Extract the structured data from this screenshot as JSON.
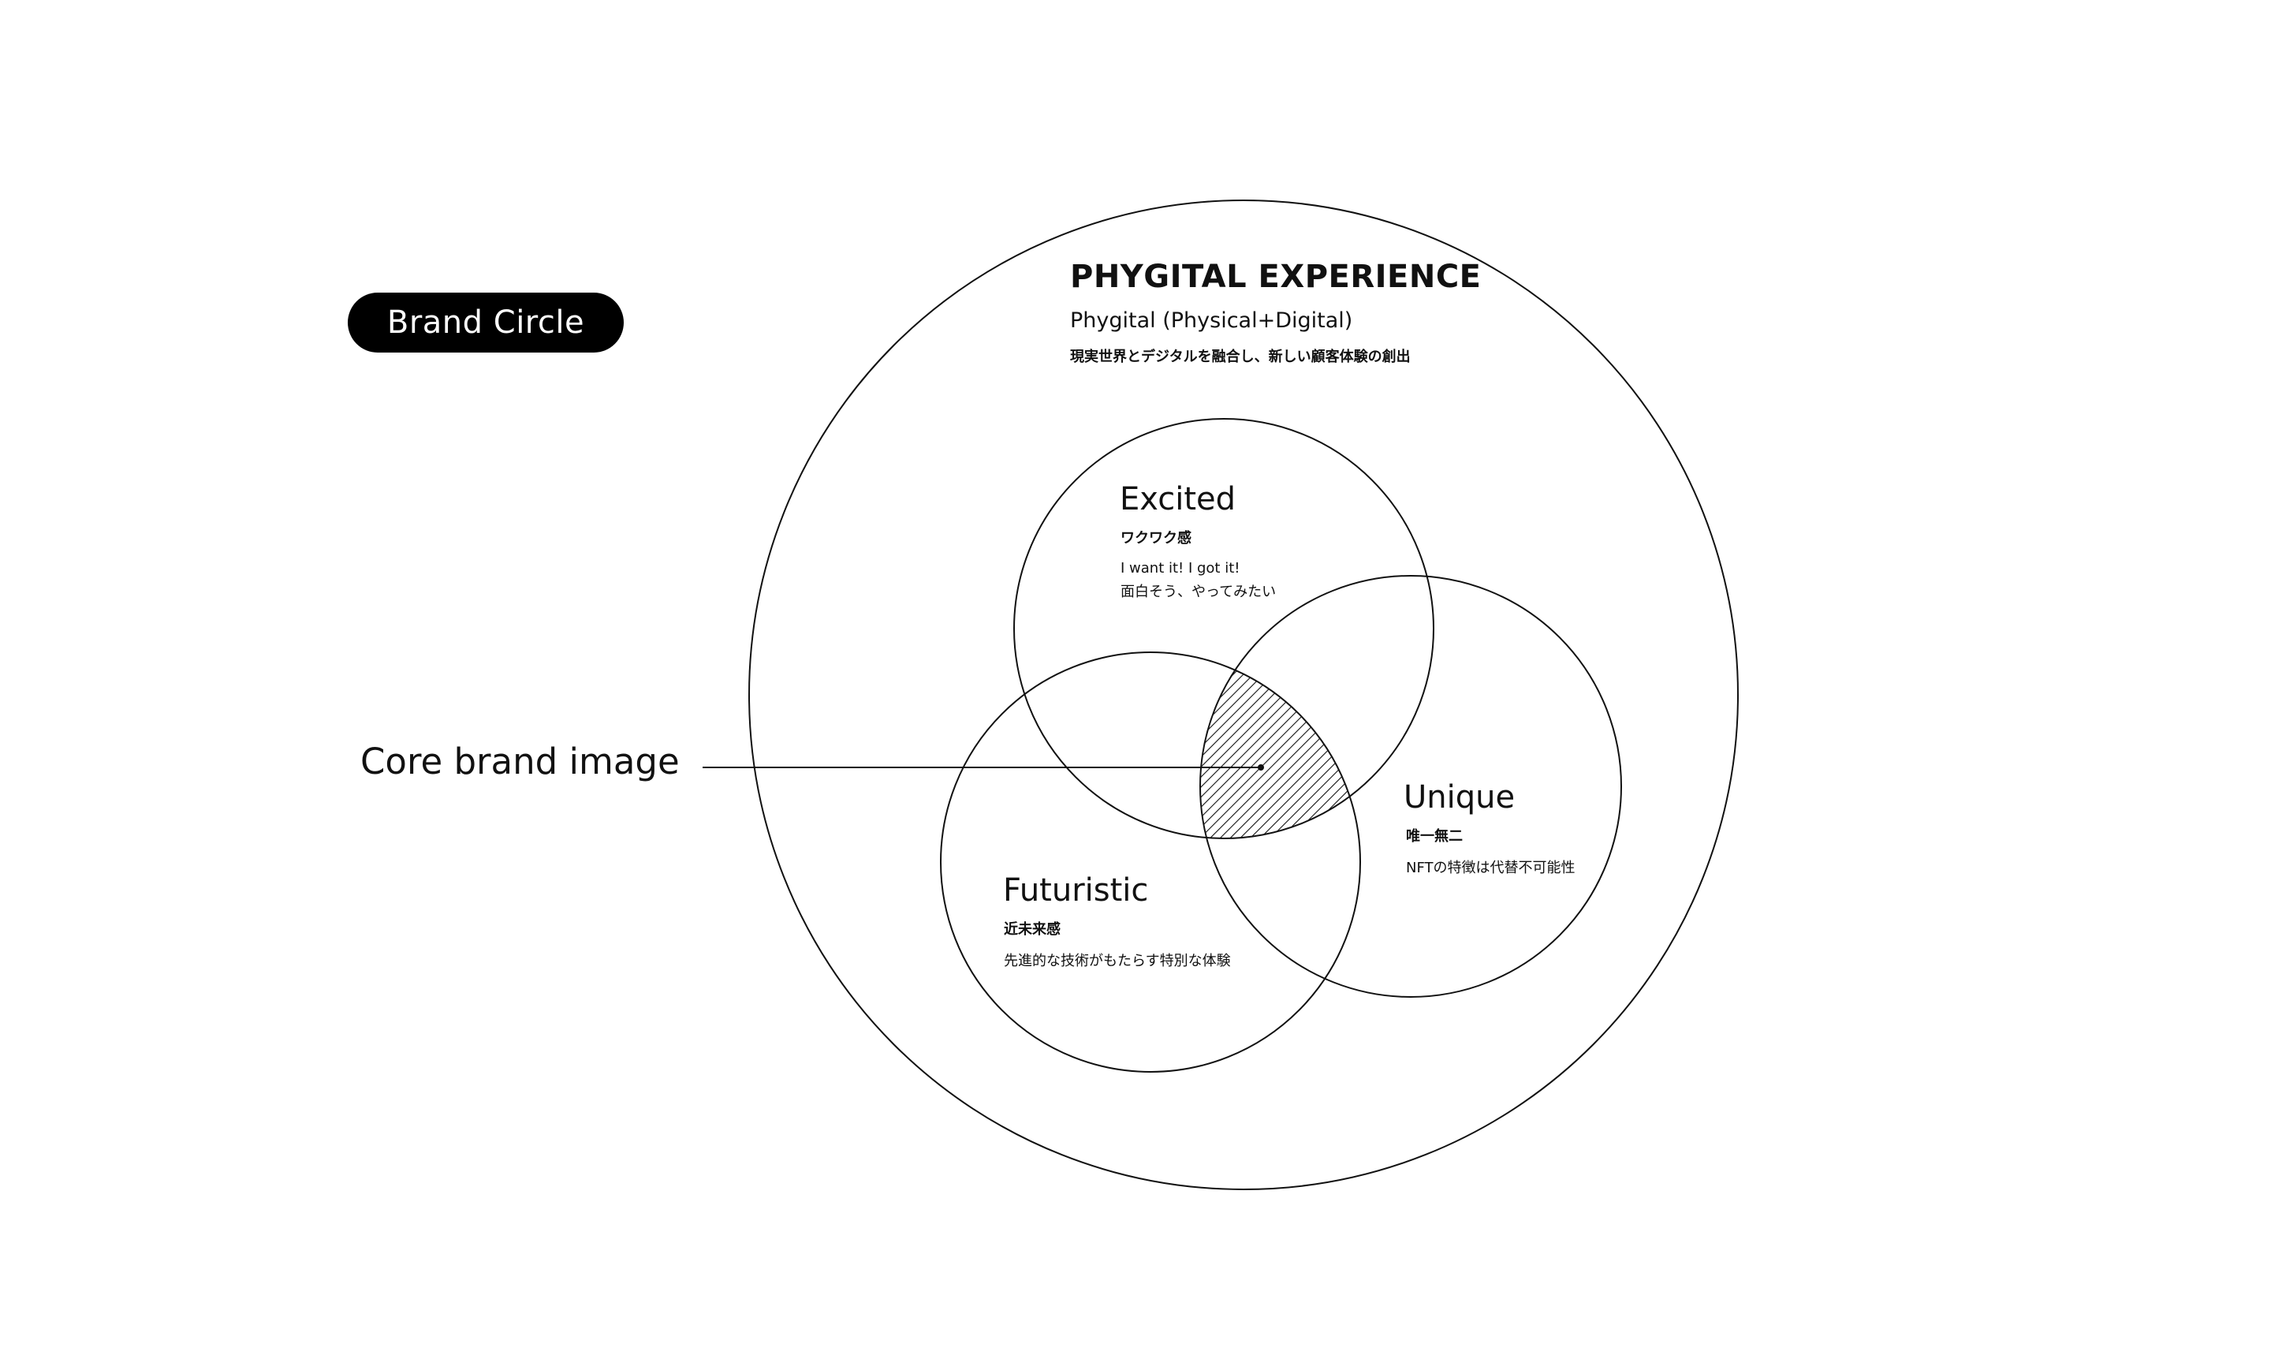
{
  "badge": {
    "label": "Brand Circle"
  },
  "core": {
    "label": "Core brand image"
  },
  "outer": {
    "title": "PHYGITAL EXPERIENCE",
    "subtitle": "Phygital (Physical+Digital)",
    "description": "現実世界とデジタルを融合し、新しい顧客体験の創出"
  },
  "circles": {
    "excited": {
      "title": "Excited",
      "subtitle_ja": "ワクワク感",
      "line1": "I want it! I got it!",
      "line2": "面白そう、やってみたい"
    },
    "unique": {
      "title": "Unique",
      "subtitle_ja": "唯一無二",
      "line1": "NFTの特徴は代替不可能性"
    },
    "futuristic": {
      "title": "Futuristic",
      "subtitle_ja": "近未来感",
      "line1": "先進的な技術がもたらす特別な体験"
    }
  },
  "colors": {
    "ink": "#111111",
    "badge_bg": "#000000",
    "badge_text": "#ffffff",
    "background": "#ffffff"
  }
}
